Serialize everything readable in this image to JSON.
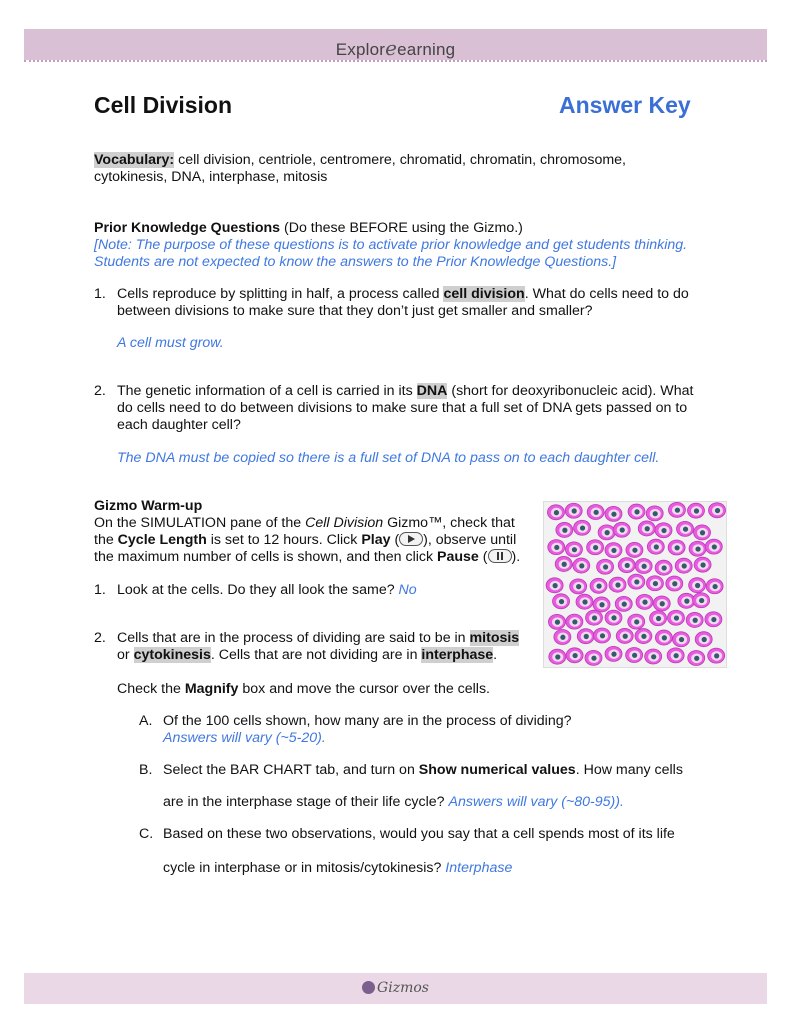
{
  "header": {
    "logo_left": "Explor",
    "logo_mid": "e",
    "logo_right": "earning"
  },
  "title": "Cell Division",
  "answer_key": "Answer Key",
  "vocab": {
    "label": "Vocabulary:",
    "line1": " cell division, centriole, centromere, chromatid, chromatin, chromosome,",
    "line2": "cytokinesis, DNA, interphase, mitosis"
  },
  "prior": {
    "heading": "Prior Knowledge Questions",
    "heading_note": " (Do these BEFORE using the Gizmo.)",
    "note_line1": "[Note: The purpose of these questions is to activate prior knowledge and get students thinking.",
    "note_line2": "Students are not expected to know the answers to the Prior Knowledge Questions.]",
    "q1": {
      "num": "1.",
      "a": "Cells reproduce by splitting in half, a process called ",
      "hl": "cell division",
      "b": ". What do cells need to do",
      "line2": "between divisions to make sure that they don’t just get smaller and smaller?",
      "answer": "A cell must grow."
    },
    "q2": {
      "num": "2.",
      "a": "The genetic information of a cell is carried in its ",
      "hl": "DNA",
      "b": " (short for deoxyribonucleic acid). What",
      "line2": "do cells need to do between divisions to make sure that a full set of DNA gets passed on to",
      "line3": "each daughter cell?",
      "answer": "The DNA must be copied so there is a full set of DNA to pass on to each daughter cell."
    }
  },
  "warmup": {
    "heading": "Gizmo Warm-up",
    "l1a": "On the SIMULATION pane of the ",
    "l1i": "Cell Division",
    "l1b": " Gizmo™, check that",
    "l2a": "the ",
    "l2b1": "Cycle Length",
    "l2c": " is set to 12 hours. Click ",
    "l2b2": "Play",
    "l2d": " (",
    "l2e": "), observe until",
    "l3a": "the maximum number of cells is shown, and then click ",
    "l3b": "Pause",
    "l3c": " (",
    "l3d": ").",
    "q1": {
      "num": "1.",
      "text": "Look at the cells. Do they all look the same? ",
      "answer": "No"
    },
    "q2": {
      "num": "2.",
      "a": "Cells that are in the process of dividing are said to be in ",
      "hl1": "mitosis",
      "b": "or ",
      "hl2": "cytokinesis",
      "c": ". Cells that are not dividing are in ",
      "hl3": "interphase",
      "d": "."
    },
    "magnify": {
      "a": "Check the ",
      "b": "Magnify",
      "c": " box and move the cursor over the cells."
    },
    "A": {
      "letter": "A.",
      "text": "Of the 100 cells shown, how many are in the process of dividing?",
      "answer": "Answers will vary (~5-20)."
    },
    "B": {
      "letter": "B.",
      "a": "Select the BAR CHART tab, and turn on ",
      "b": "Show numerical values",
      "c": ". How many cells",
      "line2": "are in the interphase stage of their life cycle? ",
      "answer": "Answers will vary (~80-95))."
    },
    "C": {
      "letter": "C.",
      "text": "Based on these two observations, would you say that a cell spends most of its life",
      "line2": "cycle in interphase or in mitosis/cytokinesis? ",
      "answer": "Interphase"
    }
  },
  "footer": {
    "logo": "Gizmos"
  },
  "colors": {
    "header_band": "#d9c0d5",
    "blue_answer": "#3f78e0",
    "cell_membrane": "#e85ae0",
    "cell_nucleus": "#2f5e66"
  }
}
